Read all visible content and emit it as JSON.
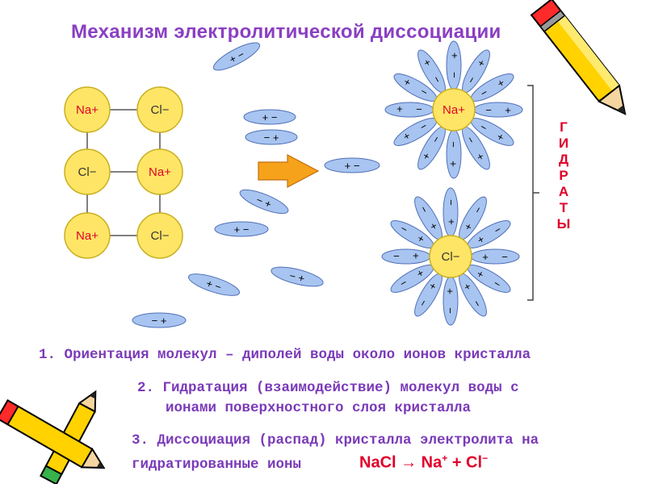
{
  "title": "Механизм электролитической диссоциации",
  "crystal_ions": [
    "Na+",
    "Cl−",
    "Cl−",
    "Na+",
    "Na+",
    "Cl−"
  ],
  "hydrated_ions": [
    "Na+",
    "Cl−"
  ],
  "dipole_labels": {
    "plus_minus": "+ −",
    "minus_plus": "− +"
  },
  "hydrates_letters": [
    "Г",
    "И",
    "Д",
    "Р",
    "А",
    "Т",
    "Ы"
  ],
  "steps": [
    "1. Ориентация молекул – диполей воды около ионов кристалла",
    "2. Гидратация (взаимодействие) молекул воды с",
    "ионами поверхностного слоя кристалла",
    "3. Диссоциация (распад) кристалла электролита на",
    "гидратированные  ионы"
  ],
  "formula": {
    "left": "NaCl → Na",
    "sup1": "+",
    "mid": " + Cl",
    "sup2": "−"
  },
  "colors": {
    "title": "#8a3fc2",
    "text": "#7a3ab8",
    "accent": "#e0002a",
    "ion_fill": "#ffe566",
    "ion_stroke": "#c8b020",
    "dipole_fill": "#a8c4f0",
    "dipole_stroke": "#5070b8",
    "arrow_fill": "#f7a21b"
  }
}
